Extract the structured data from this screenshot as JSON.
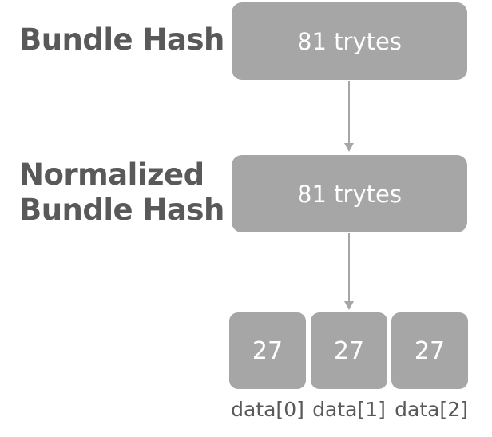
{
  "labels": {
    "bundle_hash": "Bundle Hash",
    "normalized_line1": "Normalized",
    "normalized_line2": "Bundle Hash"
  },
  "boxes": {
    "bundle_hash": "81 trytes",
    "normalized_hash": "81 trytes"
  },
  "chunks": [
    {
      "value": "27",
      "caption": "data[0]"
    },
    {
      "value": "27",
      "caption": "data[1]"
    },
    {
      "value": "27",
      "caption": "data[2]"
    }
  ],
  "colors": {
    "box_fill": "#a6a6a6",
    "label_text": "#595959",
    "box_text": "#ffffff",
    "arrow": "#a6a6a6"
  }
}
